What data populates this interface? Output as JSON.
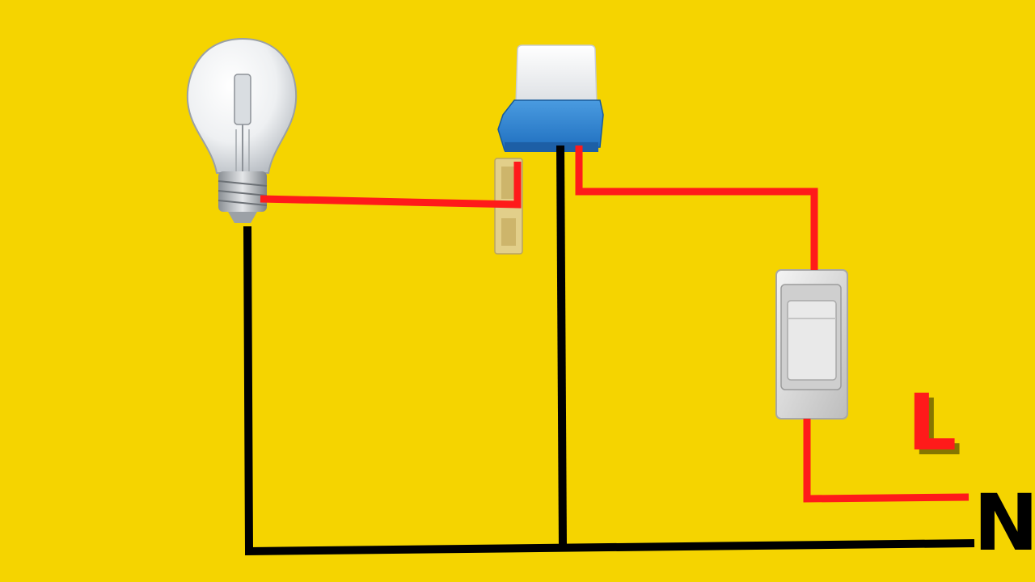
{
  "diagram": {
    "background_color": "#F5D400",
    "wire_colors": {
      "live": "#FF1A1A",
      "neutral": "#000000"
    },
    "components": [
      {
        "name": "light-bulb",
        "icon": "bulb-icon"
      },
      {
        "name": "photocell-sensor",
        "icon": "photocell-icon"
      },
      {
        "name": "wall-switch",
        "icon": "switch-icon"
      }
    ],
    "labels": {
      "live": "L",
      "neutral": "N"
    }
  }
}
